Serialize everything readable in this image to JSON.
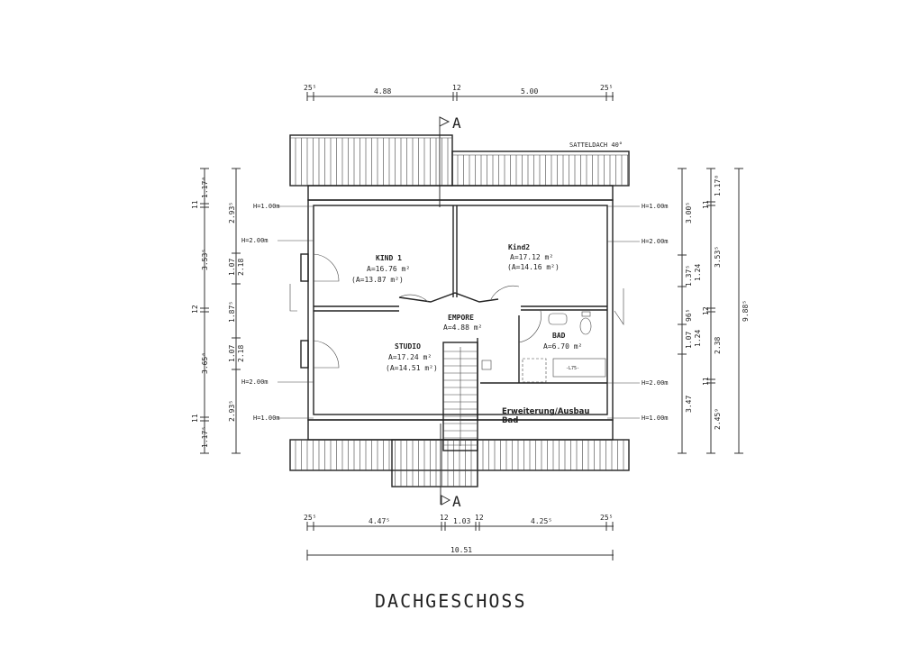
{
  "title": "DACHGESCHOSS",
  "roof_label": "SATTELDACH 40°",
  "section_marker": "A",
  "dims_top": [
    "25⁵",
    "4.88",
    "12",
    "5.00",
    "25⁵"
  ],
  "dims_bottom": [
    "25⁵",
    "4.47⁵",
    "12",
    "1.03",
    "12",
    "4.25⁵",
    "25⁵"
  ],
  "dims_total_bottom": "10.51",
  "dims_left_outer": [
    "1.17⁸",
    "11",
    "3.53⁵",
    "12",
    "3.65⁸",
    "11",
    "1.17⁵"
  ],
  "dims_left_inner": [
    "2.93⁵",
    "1.07",
    "2.18",
    "1.87⁵",
    "1.07",
    "2.18",
    "2.93⁵"
  ],
  "dims_right_inner": [
    "3.00⁵",
    "1.37⁵",
    "1.24",
    "96⁵",
    "1.07",
    "1.24",
    "3.47"
  ],
  "dims_right_mid": [
    "1.17⁸",
    "11",
    "3.53⁵",
    "12",
    "2.38",
    "11",
    "2.45⁹"
  ],
  "dims_right_total": "9.88⁵",
  "heights": {
    "h1": "H=1.00m",
    "h2": "H=2.00m"
  },
  "rooms": [
    {
      "name": "KIND 1",
      "area": "A=16.76 m²",
      "net": "(A=13.87 m²)"
    },
    {
      "name": "Kind2",
      "area": "A=17.12 m²",
      "net": "(A=14.16 m²)"
    },
    {
      "name": "EMPORE",
      "area": "A=4.88 m²"
    },
    {
      "name": "STUDIO",
      "area": "A=17.24 m²",
      "net": "(A=14.51 m²)"
    },
    {
      "name": "BAD",
      "area": "A=6.70 m²"
    },
    {
      "name": "Erweiterung/Ausbau",
      "sub": "Bad"
    }
  ],
  "tub_label": "-L75-"
}
